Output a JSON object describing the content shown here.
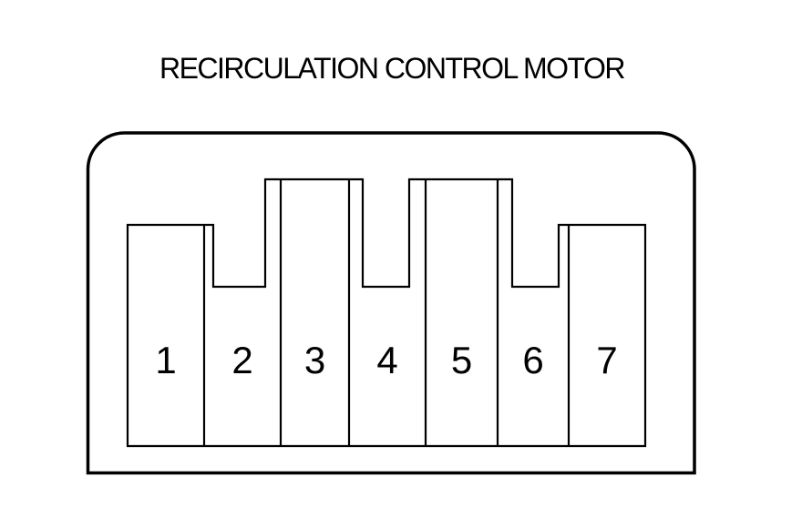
{
  "title": "RECIRCULATION CONTROL MOTOR",
  "connector": {
    "pin_count": "7",
    "pins": [
      "1",
      "2",
      "3",
      "4",
      "5",
      "6",
      "7"
    ]
  },
  "colors": {
    "line": "#000000",
    "background": "#ffffff",
    "text": "#000000"
  }
}
